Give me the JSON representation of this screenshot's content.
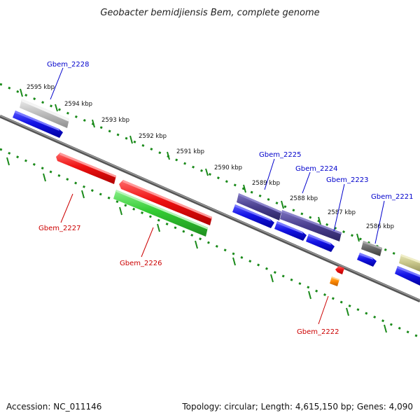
{
  "title": "Geobacter bemidjiensis Bem, complete genome",
  "footer": {
    "accession": "Accession: NC_011146",
    "summary": "Topology: circular; Length: 4,615,150 bp; Genes: 4,090"
  },
  "colors": {
    "backbone": "#7a7a7a",
    "ticks": "#1a8a1a",
    "gene_label_forward": "#0000cc",
    "gene_label_reverse": "#cc0000",
    "cds_forward": "#1414e6",
    "cds_reverse": "#ee1111",
    "rna_green": "#33cc33",
    "gray_gene": "#bdbdbd",
    "purple_gene": "#4a3f8f",
    "dark_gray_gene": "#666666",
    "khaki_gene": "#c8c68a",
    "orange_gene": "#ff8800"
  },
  "scale_labels": [
    "2595 kbp",
    "2594 kbp",
    "2593 kbp",
    "2592 kbp",
    "2591 kbp",
    "2590 kbp",
    "2589 kbp",
    "2588 kbp",
    "2587 kbp",
    "2586 kbp"
  ],
  "gene_labels": [
    {
      "name": "Gbem_2228",
      "strand": "forward"
    },
    {
      "name": "Gbem_2225",
      "strand": "forward"
    },
    {
      "name": "Gbem_2224",
      "strand": "forward"
    },
    {
      "name": "Gbem_2223",
      "strand": "forward"
    },
    {
      "name": "Gbem_2221",
      "strand": "forward"
    },
    {
      "name": "Gbem_2227",
      "strand": "reverse"
    },
    {
      "name": "Gbem_2226",
      "strand": "reverse"
    },
    {
      "name": "Gbem_2222",
      "strand": "reverse"
    }
  ]
}
